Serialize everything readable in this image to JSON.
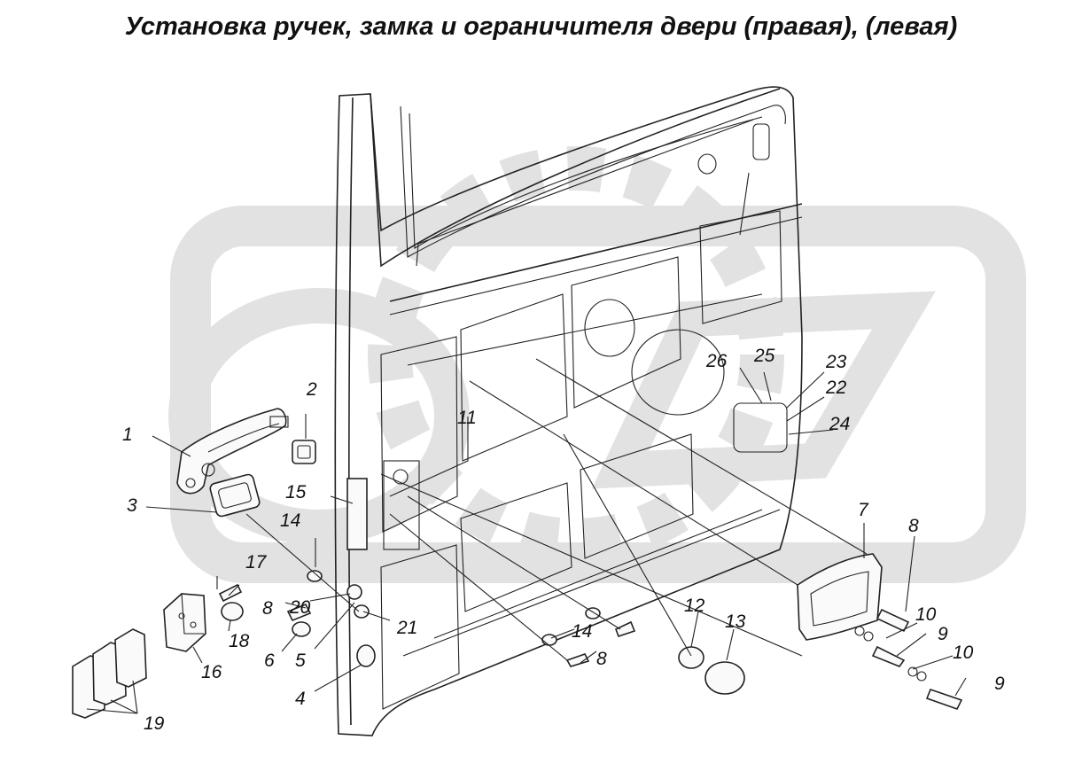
{
  "title": "Установка ручек, замка и ограничителя двери (правая), (левая)",
  "colors": {
    "watermark": "#e2e2e2",
    "ink": "#111111",
    "paper": "#ffffff"
  },
  "callouts": [
    {
      "id": "c1",
      "text": "1"
    },
    {
      "id": "c2",
      "text": "2"
    },
    {
      "id": "c3",
      "text": "3"
    },
    {
      "id": "c14a",
      "text": "14"
    },
    {
      "id": "c15",
      "text": "15"
    },
    {
      "id": "c11",
      "text": "11"
    },
    {
      "id": "c26",
      "text": "26"
    },
    {
      "id": "c25",
      "text": "25"
    },
    {
      "id": "c23",
      "text": "23"
    },
    {
      "id": "c22",
      "text": "22"
    },
    {
      "id": "c24",
      "text": "24"
    },
    {
      "id": "c7",
      "text": "7"
    },
    {
      "id": "c8a",
      "text": "8"
    },
    {
      "id": "c17",
      "text": "17"
    },
    {
      "id": "c18",
      "text": "18"
    },
    {
      "id": "c8b",
      "text": "8"
    },
    {
      "id": "c20",
      "text": "20"
    },
    {
      "id": "c21",
      "text": "21"
    },
    {
      "id": "c6",
      "text": "6"
    },
    {
      "id": "c5",
      "text": "5"
    },
    {
      "id": "c4",
      "text": "4"
    },
    {
      "id": "c16",
      "text": "16"
    },
    {
      "id": "c19",
      "text": "19"
    },
    {
      "id": "c12",
      "text": "12"
    },
    {
      "id": "c13",
      "text": "13"
    },
    {
      "id": "c14b",
      "text": "14"
    },
    {
      "id": "c8c",
      "text": "8"
    },
    {
      "id": "c10a",
      "text": "10"
    },
    {
      "id": "c9a",
      "text": "9"
    },
    {
      "id": "c10b",
      "text": "10"
    },
    {
      "id": "c9b",
      "text": "9"
    }
  ]
}
